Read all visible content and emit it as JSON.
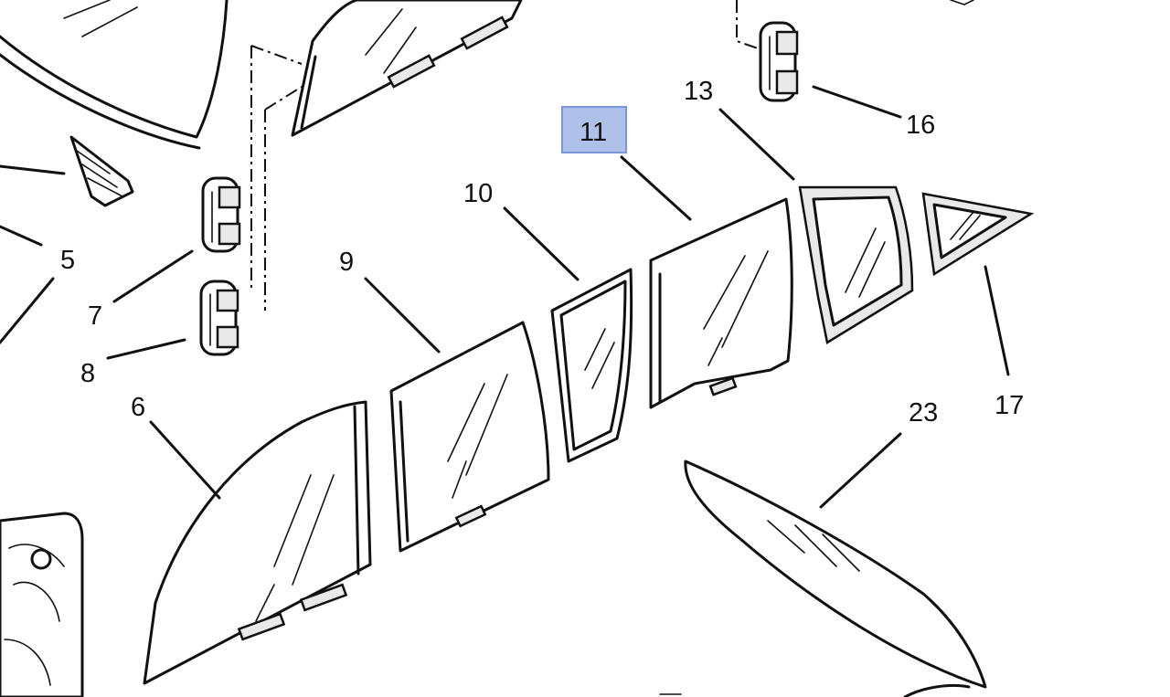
{
  "diagram": {
    "callouts": [
      {
        "id": "5",
        "label": "5"
      },
      {
        "id": "6",
        "label": "6"
      },
      {
        "id": "7",
        "label": "7"
      },
      {
        "id": "8",
        "label": "8"
      },
      {
        "id": "9",
        "label": "9"
      },
      {
        "id": "10",
        "label": "10"
      },
      {
        "id": "11",
        "label": "11"
      },
      {
        "id": "13",
        "label": "13"
      },
      {
        "id": "16",
        "label": "16"
      },
      {
        "id": "17",
        "label": "17"
      },
      {
        "id": "23",
        "label": "23"
      }
    ],
    "highlighted_callout": "11",
    "highlight_color": "#7b96d8"
  }
}
